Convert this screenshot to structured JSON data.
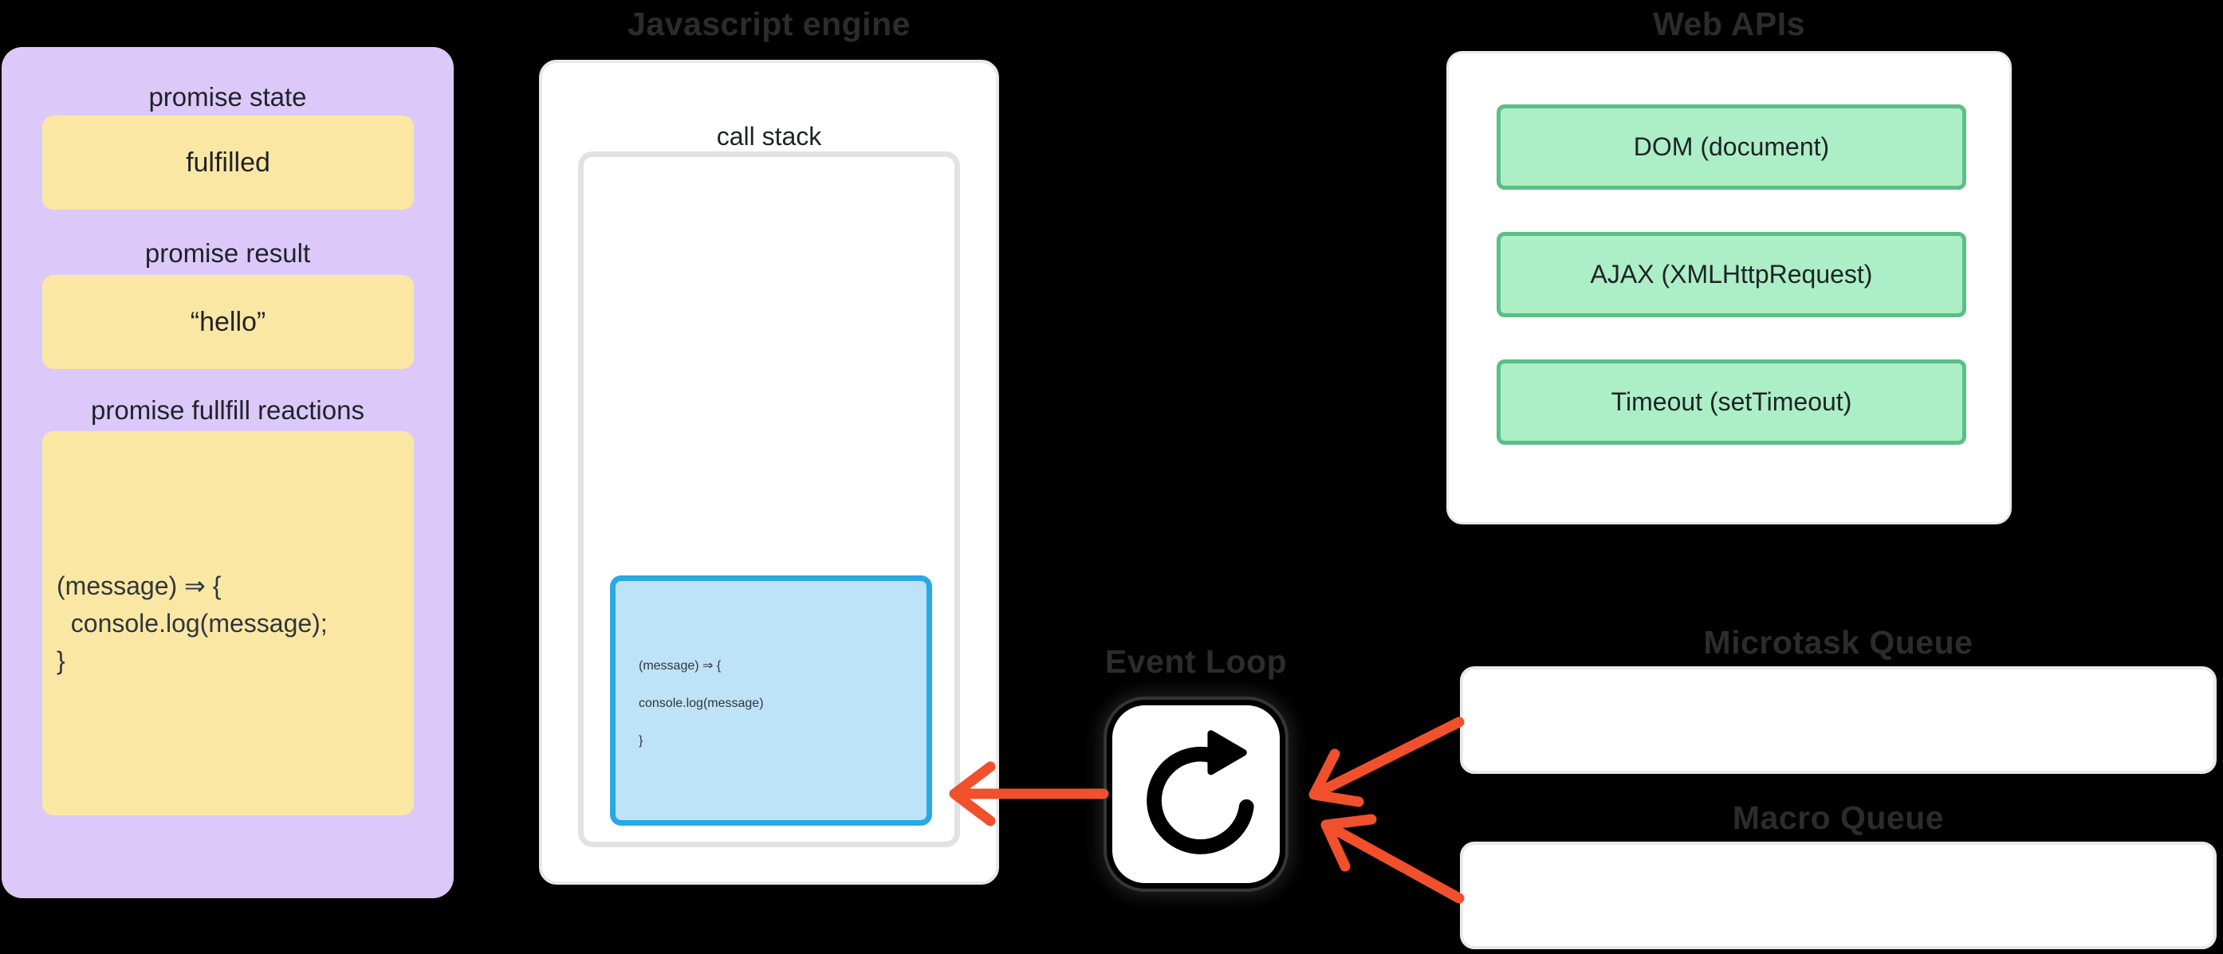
{
  "colors": {
    "page_background": "#000000",
    "title_text": "#2C2C2C",
    "label_text": "#1F2328",
    "code_text": "#2F363C",
    "panel_purple": "#DCC9F9",
    "note_yellow": "#FBE7A4",
    "frame_blue_fill": "#BEE2F8",
    "frame_blue_border": "#29A9E2",
    "api_green_fill": "#ACEFC6",
    "api_green_border": "#5CBE86",
    "box_white": "#FFFFFF",
    "box_border_light": "#E9E9E9",
    "stack_border": "#E2E2E2",
    "arrow_red": "#F0502C",
    "icon_black": "#000000"
  },
  "promise_panel": {
    "state": {
      "label": "promise state",
      "value": "fulfilled"
    },
    "result": {
      "label": "promise result",
      "value": "“hello”"
    },
    "reactions": {
      "label": "promise fullfill reactions",
      "code": [
        "(message) ⇒ {",
        "  console.log(message);",
        "}"
      ]
    }
  },
  "engine": {
    "title": "Javascript engine",
    "call_stack_label": "call stack",
    "stack_frame_code": [
      "(message) ⇒ {",
      "console.log(message)",
      "}"
    ]
  },
  "web_apis": {
    "title": "Web APIs",
    "items": [
      "DOM (document)",
      "AJAX (XMLHttpRequest)",
      "Timeout (setTimeout)"
    ]
  },
  "event_loop": {
    "title": "Event Loop",
    "icon": "rotate-clockwise-icon"
  },
  "queues": {
    "microtask": {
      "title": "Microtask Queue",
      "items": []
    },
    "macro": {
      "title": "Macro Queue",
      "items": []
    }
  }
}
